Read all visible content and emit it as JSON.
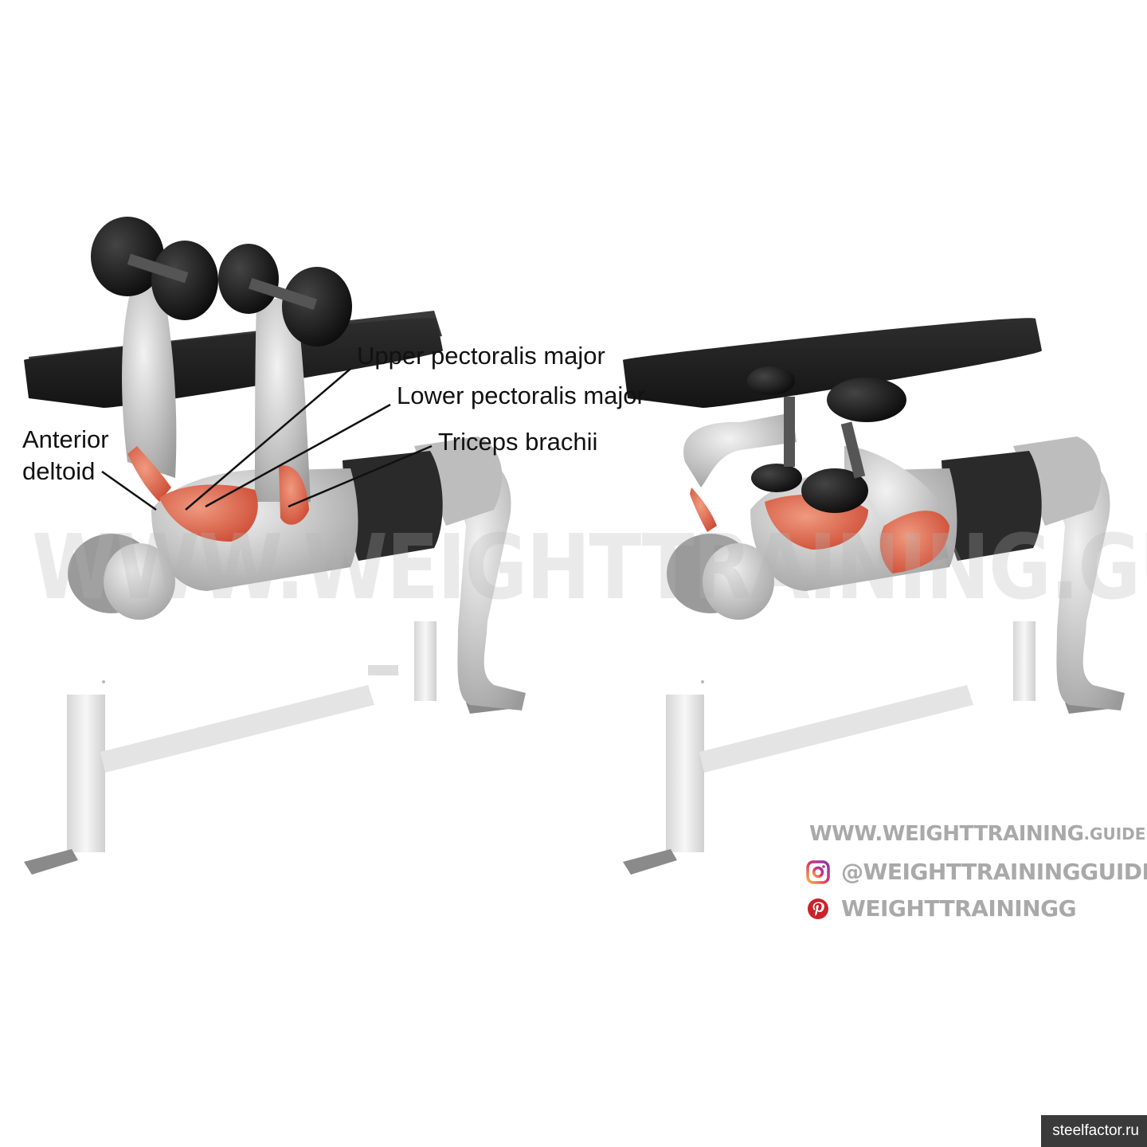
{
  "labels": {
    "anterior_deltoid_line1": "Anterior",
    "anterior_deltoid_line2": "deltoid",
    "upper_pectoralis": "Upper pectoralis major",
    "lower_pectoralis": "Lower pectoralis major",
    "triceps": "Triceps brachii"
  },
  "watermark": "WWW.WEIGHTTRAINING.GUIDE",
  "branding": {
    "url_main": "WWW.WEIGHTTRAINING",
    "url_suffix": ".GUIDE",
    "instagram_handle": "@WEIGHTTRAININGGUIDE",
    "pinterest_handle": "WEIGHTTRAININGG"
  },
  "credit": "steelfactor.ru",
  "icons": {
    "instagram": "instagram-icon",
    "pinterest": "pinterest-icon"
  },
  "colors": {
    "target_muscle": "#d9553a",
    "muscle_highlight": "#e98f73",
    "bench_pad": "#1f1f1f",
    "bench_frame": "#eeeeee",
    "dumbbell": "#151515",
    "skin": "#d8d8d8",
    "shorts": "#2a2a2a",
    "brand_text": "#a9a9a9",
    "credit_bg": "#3a3a3a"
  }
}
